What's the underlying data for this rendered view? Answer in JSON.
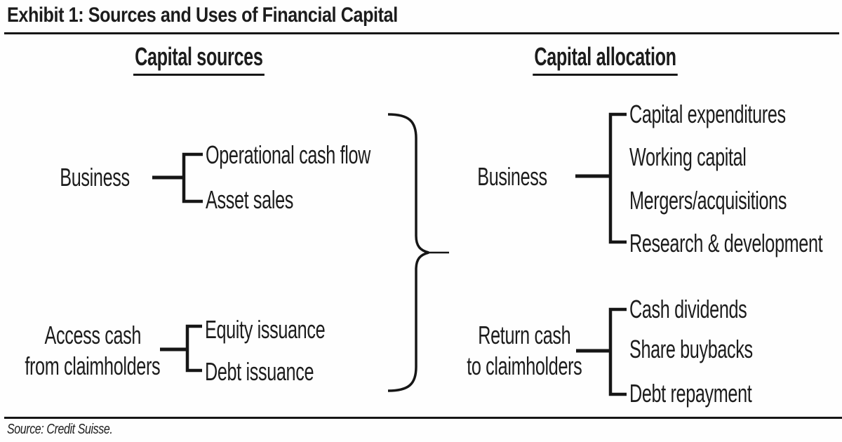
{
  "title": "Exhibit 1: Sources and Uses of Financial Capital",
  "colors": {
    "ink": "#1c1c1c",
    "line": "#161616",
    "background": "#fefefe"
  },
  "diagram": {
    "sources": {
      "header": "Capital sources",
      "business": {
        "label": "Business",
        "items": [
          "Operational cash flow",
          "Asset sales"
        ]
      },
      "claimholders": {
        "label_lines": [
          "Access cash",
          "from claimholders"
        ],
        "items": [
          "Equity issuance",
          "Debt issuance"
        ]
      }
    },
    "allocation": {
      "header": "Capital allocation",
      "business": {
        "label": "Business",
        "items": [
          "Capital expenditures",
          "Working capital",
          "Mergers/acquisitions",
          "Research & development"
        ]
      },
      "claimholders": {
        "label_lines": [
          "Return cash",
          "to claimholders"
        ],
        "items": [
          "Cash dividends",
          "Share buybacks",
          "Debt repayment"
        ]
      }
    }
  },
  "footer": {
    "source": "Source: Credit Suisse."
  }
}
